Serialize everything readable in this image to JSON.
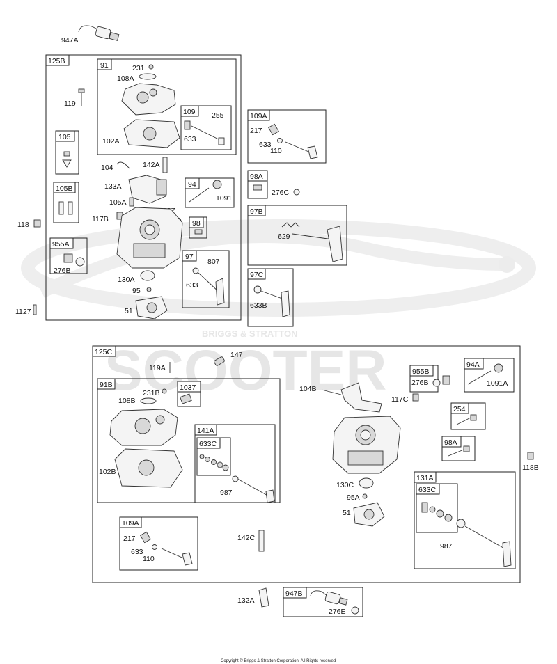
{
  "watermark": {
    "brand": "BRIGGS & STRATTON",
    "word": "SCOOTER"
  },
  "copyright": "Copyright © Briggs & Stratton Corporation. All Rights reserved",
  "boxes": [
    {
      "id": "125B",
      "label": "125B"
    },
    {
      "id": "91",
      "label": "91"
    },
    {
      "id": "109",
      "label": "109"
    },
    {
      "id": "105",
      "label": "105"
    },
    {
      "id": "105B",
      "label": "105B"
    },
    {
      "id": "955A",
      "label": "955A"
    },
    {
      "id": "94",
      "label": "94"
    },
    {
      "id": "98",
      "label": "98"
    },
    {
      "id": "97",
      "label": "97"
    },
    {
      "id": "109A_top",
      "label": "109A"
    },
    {
      "id": "98A_top",
      "label": "98A"
    },
    {
      "id": "97B",
      "label": "97B"
    },
    {
      "id": "97C",
      "label": "97C"
    },
    {
      "id": "125C",
      "label": "125C"
    },
    {
      "id": "91B",
      "label": "91B"
    },
    {
      "id": "1037",
      "label": "1037"
    },
    {
      "id": "141A",
      "label": "141A"
    },
    {
      "id": "633C_a",
      "label": "633C"
    },
    {
      "id": "955B",
      "label": "955B"
    },
    {
      "id": "94A",
      "label": "94A"
    },
    {
      "id": "254",
      "label": "254"
    },
    {
      "id": "98A_b",
      "label": "98A"
    },
    {
      "id": "131A",
      "label": "131A"
    },
    {
      "id": "633C_b",
      "label": "633C"
    },
    {
      "id": "109A_b",
      "label": "109A"
    },
    {
      "id": "947B",
      "label": "947B"
    }
  ],
  "labels": [
    {
      "id": "947A",
      "text": "947A"
    },
    {
      "id": "231",
      "text": "231"
    },
    {
      "id": "108A",
      "text": "108A"
    },
    {
      "id": "119",
      "text": "119"
    },
    {
      "id": "255",
      "text": "255"
    },
    {
      "id": "633_109",
      "text": "633"
    },
    {
      "id": "102A",
      "text": "102A"
    },
    {
      "id": "104",
      "text": "104"
    },
    {
      "id": "142A",
      "text": "142A"
    },
    {
      "id": "133A",
      "text": "133A"
    },
    {
      "id": "1091",
      "text": "1091"
    },
    {
      "id": "105A",
      "text": "105A"
    },
    {
      "id": "127",
      "text": "127"
    },
    {
      "id": "118",
      "text": "118"
    },
    {
      "id": "117B",
      "text": "117B"
    },
    {
      "id": "276B_a",
      "text": "276B"
    },
    {
      "id": "807",
      "text": "807"
    },
    {
      "id": "130A",
      "text": "130A"
    },
    {
      "id": "633_97",
      "text": "633"
    },
    {
      "id": "95",
      "text": "95"
    },
    {
      "id": "51_a",
      "text": "51"
    },
    {
      "id": "1127",
      "text": "1127"
    },
    {
      "id": "217_a",
      "text": "217"
    },
    {
      "id": "633_a",
      "text": "633"
    },
    {
      "id": "110_a",
      "text": "110"
    },
    {
      "id": "276C",
      "text": "276C"
    },
    {
      "id": "629",
      "text": "629"
    },
    {
      "id": "633B",
      "text": "633B"
    },
    {
      "id": "147",
      "text": "147"
    },
    {
      "id": "119A",
      "text": "119A"
    },
    {
      "id": "231B",
      "text": "231B"
    },
    {
      "id": "108B",
      "text": "108B"
    },
    {
      "id": "102B",
      "text": "102B"
    },
    {
      "id": "987_a",
      "text": "987"
    },
    {
      "id": "104B",
      "text": "104B"
    },
    {
      "id": "117C",
      "text": "117C"
    },
    {
      "id": "276B_b",
      "text": "276B"
    },
    {
      "id": "1091A",
      "text": "1091A"
    },
    {
      "id": "118B",
      "text": "118B"
    },
    {
      "id": "130C",
      "text": "130C"
    },
    {
      "id": "95A",
      "text": "95A"
    },
    {
      "id": "51_b",
      "text": "51"
    },
    {
      "id": "987_b",
      "text": "987"
    },
    {
      "id": "217_b",
      "text": "217"
    },
    {
      "id": "633_b",
      "text": "633"
    },
    {
      "id": "110_b",
      "text": "110"
    },
    {
      "id": "142C",
      "text": "142C"
    },
    {
      "id": "132A",
      "text": "132A"
    },
    {
      "id": "276E",
      "text": "276E"
    }
  ]
}
